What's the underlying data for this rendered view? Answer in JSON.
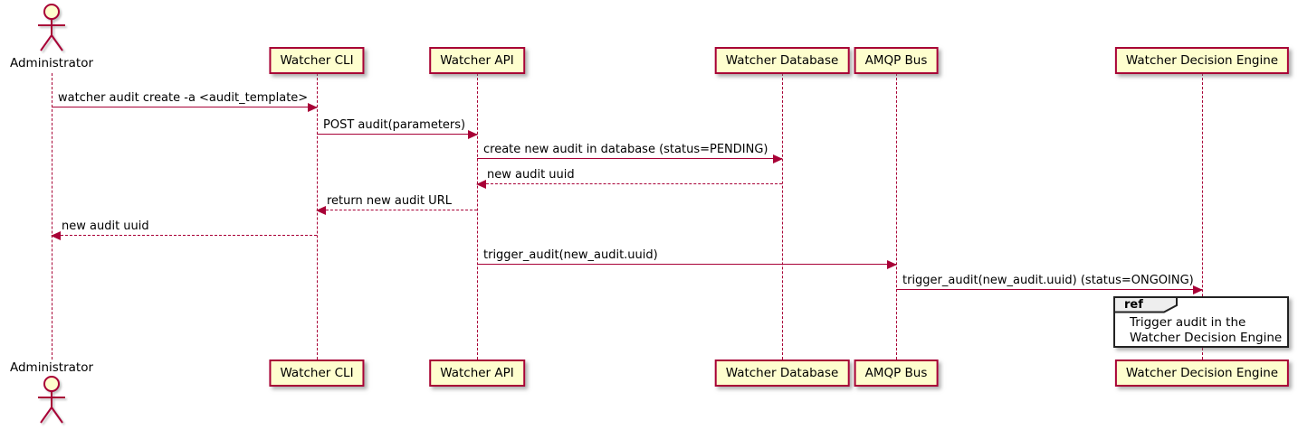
{
  "diagram": {
    "type": "sequence-diagram",
    "actor": {
      "name": "Administrator"
    },
    "participants": [
      {
        "name": "Watcher CLI"
      },
      {
        "name": "Watcher API"
      },
      {
        "name": "Watcher Database"
      },
      {
        "name": "AMQP Bus"
      },
      {
        "name": "Watcher Decision Engine"
      }
    ],
    "messages": [
      {
        "from": "Administrator",
        "to": "Watcher CLI",
        "text": "watcher audit create -a <audit_template>",
        "style": "solid"
      },
      {
        "from": "Watcher CLI",
        "to": "Watcher API",
        "text": "POST audit(parameters)",
        "style": "solid"
      },
      {
        "from": "Watcher API",
        "to": "Watcher Database",
        "text": "create new audit in database (status=PENDING)",
        "style": "solid"
      },
      {
        "from": "Watcher Database",
        "to": "Watcher API",
        "text": "new audit uuid",
        "style": "dashed"
      },
      {
        "from": "Watcher API",
        "to": "Watcher CLI",
        "text": "return new audit URL",
        "style": "dashed"
      },
      {
        "from": "Watcher CLI",
        "to": "Administrator",
        "text": "new audit uuid",
        "style": "dashed"
      },
      {
        "from": "Watcher API",
        "to": "AMQP Bus",
        "text": "trigger_audit(new_audit.uuid)",
        "style": "solid"
      },
      {
        "from": "AMQP Bus",
        "to": "Watcher Decision Engine",
        "text": "trigger_audit(new_audit.uuid) (status=ONGOING)",
        "style": "solid"
      }
    ],
    "ref": {
      "label": "ref",
      "text_line1": "Trigger audit in the",
      "text_line2": "Watcher Decision Engine"
    },
    "colors": {
      "accent": "#A80036",
      "participant_fill": "#FEFECE",
      "ref_header_fill": "#EEEEEE",
      "ref_border": "#222222",
      "text": "#000000"
    }
  }
}
